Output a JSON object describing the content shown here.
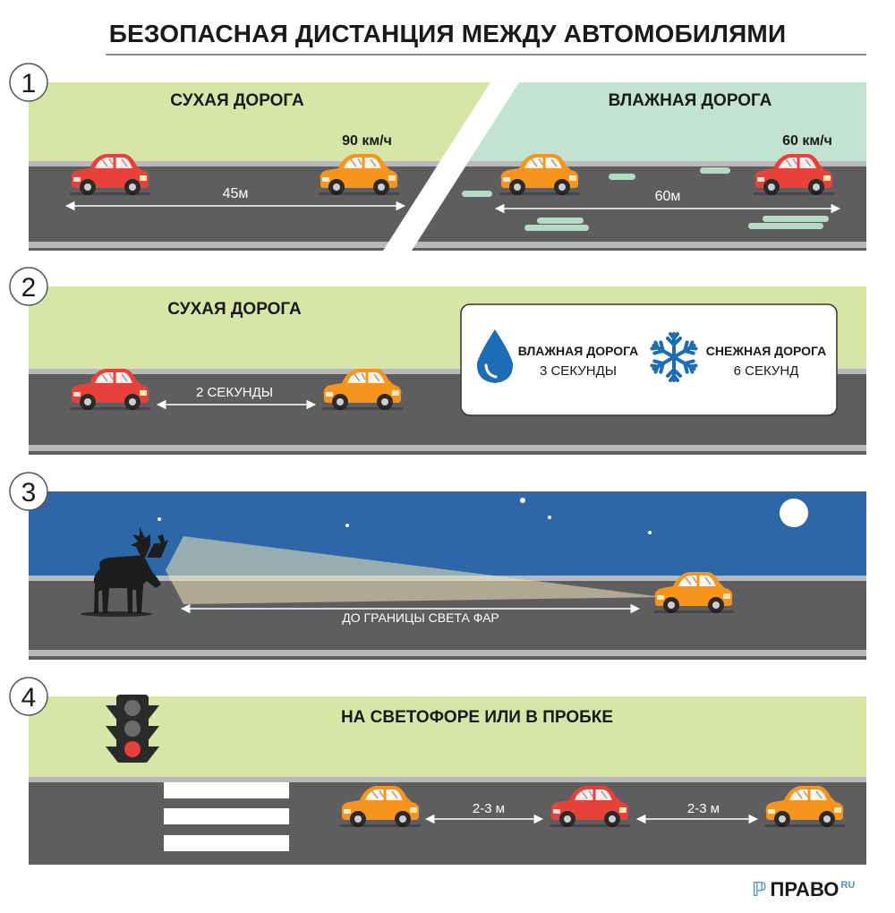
{
  "title": "БЕЗОПАСНАЯ ДИСТАНЦИЯ МЕЖДУ АВТОМОБИЛЯМИ",
  "colors": {
    "car_red": "#e8413a",
    "car_orange": "#f7941d",
    "road": "#58595b",
    "dry_bg": "#d7e6a6",
    "wet_bg": "#c3e3d2",
    "night": "#2e67a8",
    "puddle": "#b2dcc3",
    "water_icon": "#1c6db5",
    "snow_icon": "#1c6db5"
  },
  "panels": {
    "p1": {
      "number": "1",
      "dry_label": "СУХАЯ ДОРОГА",
      "wet_label": "ВЛАЖНАЯ ДОРОГА",
      "dry_speed": "90 км/ч",
      "wet_speed": "60 км/ч",
      "dry_distance": "45м",
      "wet_distance": "60м"
    },
    "p2": {
      "number": "2",
      "label": "СУХАЯ ДОРОГА",
      "distance": "2 СЕКУНДЫ",
      "wet_title": "ВЛАЖНАЯ ДОРОГА",
      "wet_value": "3 СЕКУНДЫ",
      "snow_title": "СНЕЖНАЯ ДОРОГА",
      "snow_value": "6 СЕКУНД",
      "wet_icon": "water-drop-icon",
      "snow_icon": "snowflake-icon"
    },
    "p3": {
      "number": "3",
      "distance": "ДО ГРАНИЦЫ СВЕТА ФАР",
      "animal_icon": "moose-icon"
    },
    "p4": {
      "number": "4",
      "label": "НА СВЕТОФОРЕ ИЛИ В ПРОБКЕ",
      "gap1": "2-3 м",
      "gap2": "2-3 м",
      "signal_icon": "traffic-light-icon"
    }
  },
  "logo": {
    "mark": "ℙ",
    "text": "ПРАВО",
    "sup": "RU"
  }
}
